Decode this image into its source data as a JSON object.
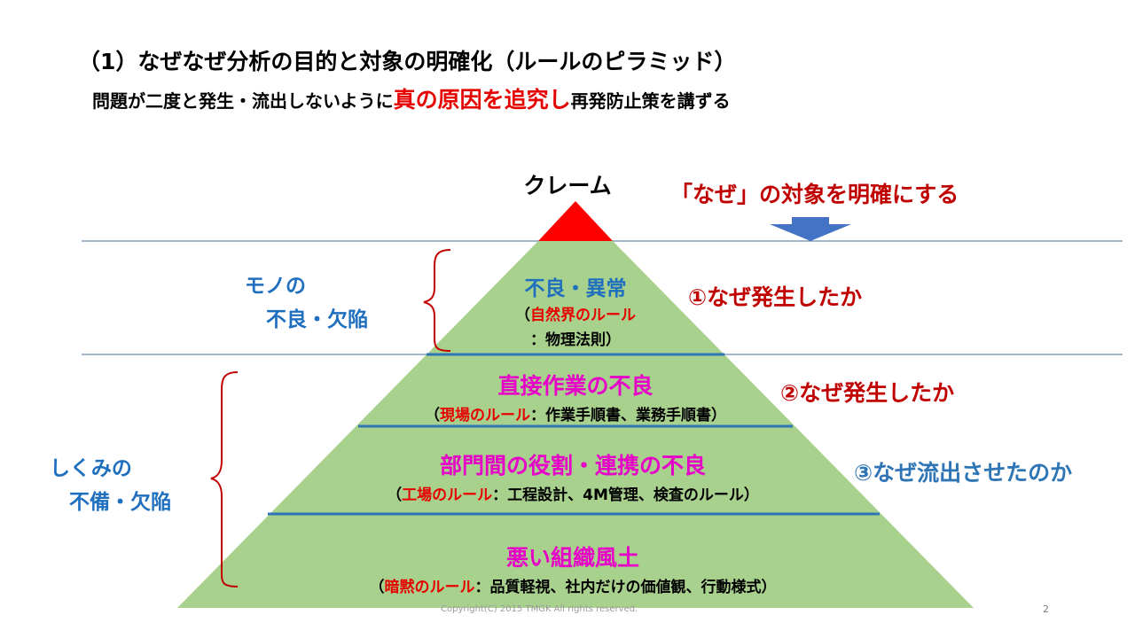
{
  "title": "（1）なぜなぜ分析の目的と対象の明確化（ルールのピラミッド）",
  "subtitle": {
    "before": "問題が二度と発生・流出しないように",
    "highlight": "真の原因を追究し",
    "after": "再発防止策を講ずる"
  },
  "apex_label": "クレーム",
  "target_note": "「なぜ」の対象を明確にする",
  "groups": {
    "mono": {
      "line1": "モノの",
      "line2": "不良・欠陥"
    },
    "shikumi": {
      "line1": "しくみの",
      "line2": "不備・欠陥"
    }
  },
  "tiers": [
    {
      "name": "不良・異常",
      "rule_open": "（",
      "rule_red": "自然界のルール",
      "rule_line2": "：物理法則）"
    },
    {
      "name": "直接作業の不良",
      "rule_open": "（",
      "rule_red": "現場のルール",
      "rule_rest": "：作業手順書、業務手順書）"
    },
    {
      "name": "部門間の役割・連携の不良",
      "rule_open": "（",
      "rule_red": "工場のルール",
      "rule_rest": "：工程設計、4M管理、検査のルール）"
    },
    {
      "name": "悪い組織風土",
      "rule_open": "（",
      "rule_red": "暗黙のルール",
      "rule_rest": "：品質軽視、社内だけの価値観、行動様式）"
    }
  ],
  "why_notes": [
    {
      "text": "①なぜ発生したか",
      "color": "#c00000"
    },
    {
      "text": "②なぜ発生したか",
      "color": "#c00000"
    },
    {
      "text": "③なぜ流出させたのか",
      "color": "#2e75b6"
    }
  ],
  "colors": {
    "pyramid_fill": "#a9d18e",
    "apex_fill": "#ff0000",
    "tier_line": "#2e75b6",
    "guide_line": "#41719c",
    "brace": "#c00000",
    "arrow": "#4472c4"
  },
  "footer": "Copyright(C)   2015 TMGK All rights reserved.",
  "page_number": "2"
}
